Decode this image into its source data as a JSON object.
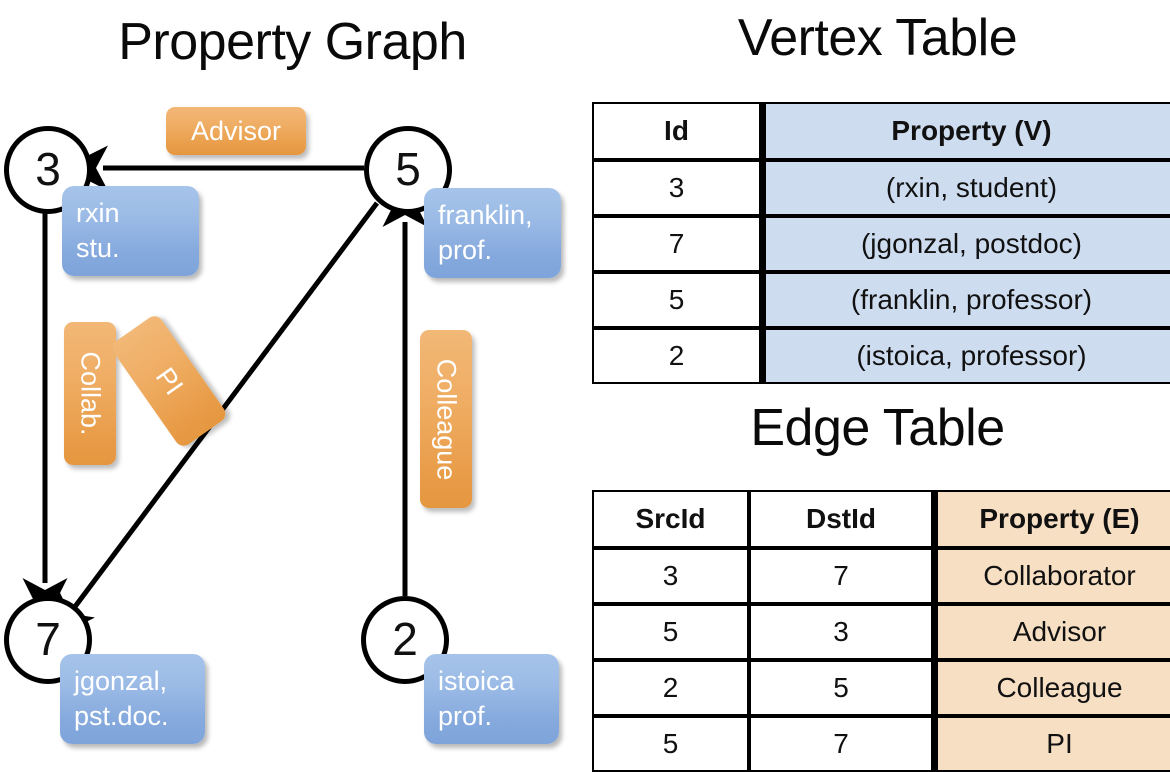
{
  "titles": {
    "property_graph": "Property Graph",
    "vertex_table": "Vertex Table",
    "edge_table": "Edge Table"
  },
  "colors": {
    "vertex_property_fill": "#cedcf0",
    "edge_property_fill": "#f7dfc4",
    "property_box_blue": "#9bbbe6",
    "relation_label_orange": "#efad63",
    "stroke": "#000000"
  },
  "graph": {
    "nodes": [
      {
        "id": "3",
        "property_lines": [
          "rxin",
          "stu."
        ]
      },
      {
        "id": "5",
        "property_lines": [
          "franklin,",
          "prof."
        ]
      },
      {
        "id": "7",
        "property_lines": [
          "jgonzal,",
          "pst.doc."
        ]
      },
      {
        "id": "2",
        "property_lines": [
          "istoica",
          "prof."
        ]
      }
    ],
    "edge_labels": [
      {
        "name": "advisor",
        "text": "Advisor",
        "orientation": "horizontal"
      },
      {
        "name": "collab",
        "text": "Collab.",
        "orientation": "vertical"
      },
      {
        "name": "pi",
        "text": "PI",
        "orientation": "diagonal"
      },
      {
        "name": "colleague",
        "text": "Colleague",
        "orientation": "vertical"
      }
    ]
  },
  "vertex_table": {
    "headers": [
      "Id",
      "Property (V)"
    ],
    "rows": [
      {
        "id": "3",
        "property": "(rxin, student)"
      },
      {
        "id": "7",
        "property": "(jgonzal, postdoc)"
      },
      {
        "id": "5",
        "property": "(franklin, professor)"
      },
      {
        "id": "2",
        "property": "(istoica, professor)"
      }
    ]
  },
  "edge_table": {
    "headers": [
      "SrcId",
      "DstId",
      "Property (E)"
    ],
    "rows": [
      {
        "src": "3",
        "dst": "7",
        "property": "Collaborator"
      },
      {
        "src": "5",
        "dst": "3",
        "property": "Advisor"
      },
      {
        "src": "2",
        "dst": "5",
        "property": "Colleague"
      },
      {
        "src": "5",
        "dst": "7",
        "property": "PI"
      }
    ]
  }
}
